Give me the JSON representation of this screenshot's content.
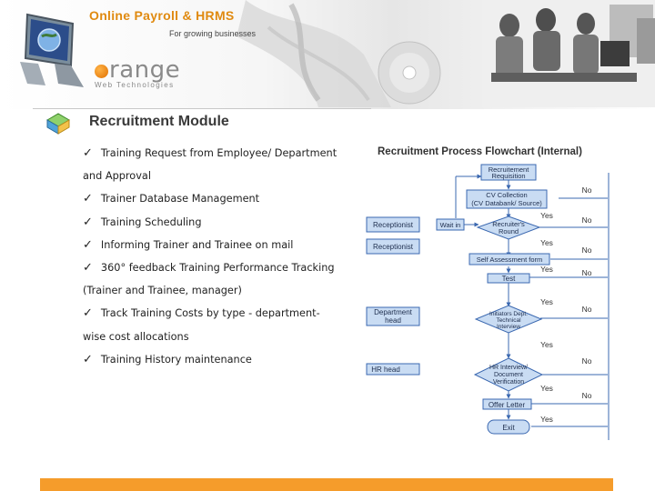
{
  "header": {
    "app_title": "Online Payroll & HRMS",
    "tagline": "For growing businesses",
    "logo": {
      "word_rest": "range",
      "sub": "Web Technologies"
    }
  },
  "section": {
    "title": "Recruitment Module"
  },
  "features": [
    {
      "lines": [
        "Training Request from Employee/ Department",
        "and Approval"
      ]
    },
    {
      "lines": [
        "Trainer Database Management"
      ]
    },
    {
      "lines": [
        "Training Scheduling"
      ]
    },
    {
      "lines": [
        "Informing Trainer and Trainee on mail"
      ]
    },
    {
      "lines": [
        "360° feedback  Training Performance Tracking",
        "(Trainer and Trainee, manager)"
      ]
    },
    {
      "lines": [
        "Track Training Costs by type - department-",
        "wise cost allocations"
      ]
    },
    {
      "lines": [
        "Training History maintenance"
      ]
    }
  ],
  "flowchart": {
    "title": "Recruitment Process Flowchart (Internal)",
    "nodes": {
      "requisition": [
        "Recruitement",
        "Requisition"
      ],
      "cv": [
        "CV Collection",
        "(CV  Databank/ Source)"
      ],
      "receptionist1": "Receptionist",
      "wait": "Wait in",
      "recruiter": [
        "Recruiter's",
        "Round"
      ],
      "receptionist2": "Receptionist",
      "assessment": "Self Assessment form",
      "test": "Test",
      "dept_head": [
        "Department",
        "head"
      ],
      "initiator": [
        "Initiators Dept.",
        "Technical",
        "Interview"
      ],
      "hr_head": "HR head",
      "hr_interview": [
        "HR Interview/",
        "Document",
        "Verification"
      ],
      "offer": "Offer Letter",
      "exit": "Exit"
    },
    "labels": {
      "yes": "Yes",
      "no": "No"
    },
    "colors": {
      "box_fill": "#c9dcf3",
      "box_stroke": "#3b68b0",
      "arrow": "#3b68b0"
    }
  },
  "colors": {
    "title_orange": "#e08a10",
    "footer_orange": "#f59c2b"
  }
}
